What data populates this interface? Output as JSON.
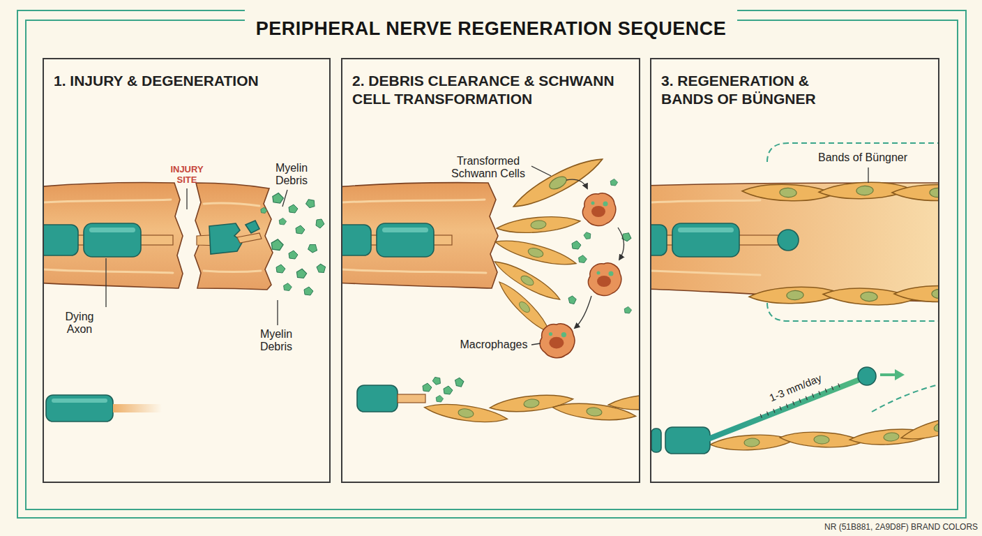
{
  "diagram": {
    "title": "PERIPHERAL NERVE REGENERATION SEQUENCE",
    "nodes": [
      {
        "text": [
          "1. INJURY & DEGENERATION"
        ]
      },
      {
        "text": [
          "2. DEBRIS CLEARANCE & SCHWANN CELL TRANSFORMATION"
        ]
      },
      {
        "text": [
          "3. REGENERATION & BANDS OF BÜNGNER"
        ]
      }
    ],
    "labels": [
      "INJURY SITE",
      "Myelin Debris",
      "Dying Axon",
      "Myelin Debris",
      "Transformed Schwann Cells",
      "Macrophages",
      "Bands of Büngner",
      "1-3 mm/day",
      "NR (51B881, 2A9D8F) BRAND COLORS"
    ]
  }
}
